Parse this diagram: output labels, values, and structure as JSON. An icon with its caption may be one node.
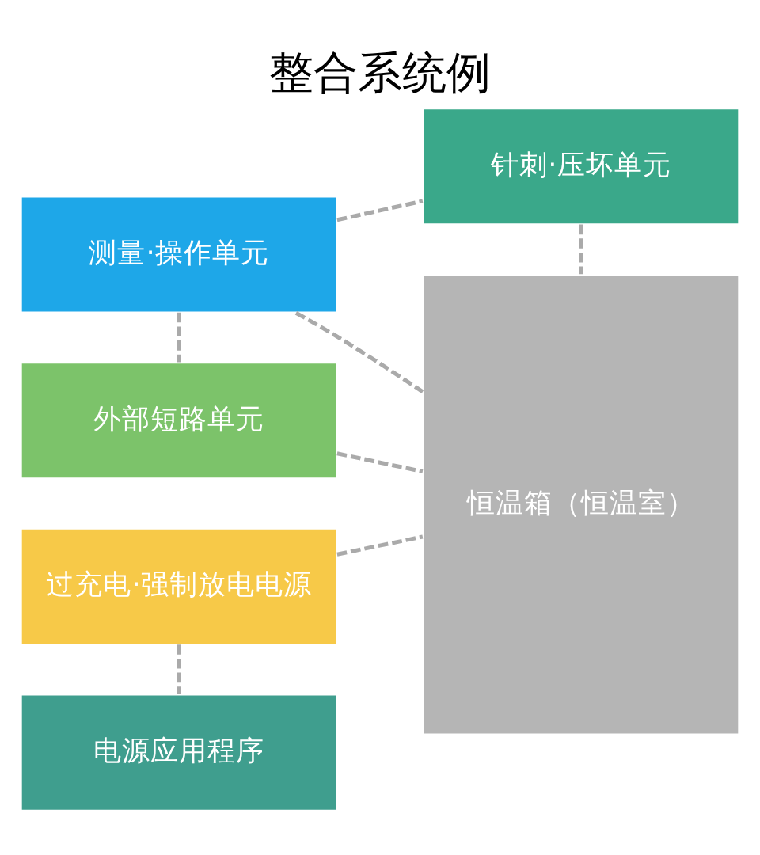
{
  "diagram": {
    "title": "整合系统例",
    "nodes": [
      {
        "text": [
          "测量·操作单元"
        ]
      },
      {
        "text": [
          "针刺·压坏单元"
        ]
      },
      {
        "text": [
          "外部短路单元"
        ]
      },
      {
        "text": [
          "过充电·强制放电电源"
        ]
      },
      {
        "text": [
          "电源应用程序"
        ]
      },
      {
        "text": [
          "恒温箱（恒温室）"
        ]
      }
    ],
    "edges": [
      {
        "from": 0,
        "to": 1,
        "arrow": "none",
        "style": "dashed"
      },
      {
        "from": 0,
        "to": 2,
        "arrow": "none",
        "style": "dashed"
      },
      {
        "from": 0,
        "to": 5,
        "arrow": "none",
        "style": "dashed"
      },
      {
        "from": 1,
        "to": 5,
        "arrow": "none",
        "style": "dashed"
      },
      {
        "from": 2,
        "to": 5,
        "arrow": "none",
        "style": "dashed"
      },
      {
        "from": 3,
        "to": 5,
        "arrow": "none",
        "style": "dashed"
      },
      {
        "from": 3,
        "to": 4,
        "arrow": "none",
        "style": "dashed"
      }
    ]
  }
}
